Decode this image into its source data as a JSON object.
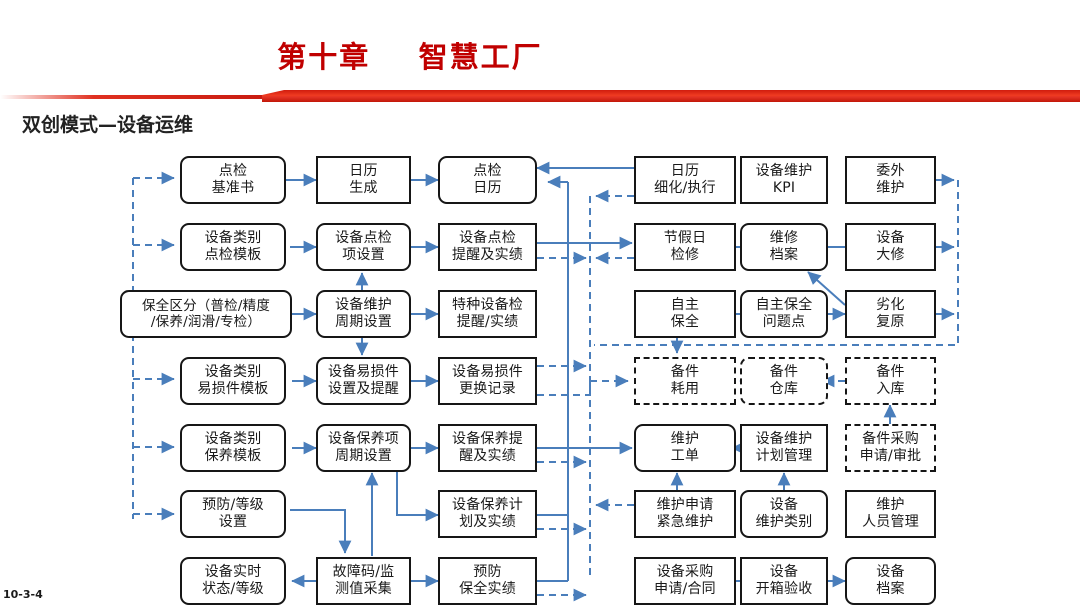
{
  "header": {
    "title": "第十章    智慧工厂",
    "subtitle": "双创模式—设备运维",
    "page_number": "10-3-4",
    "title_color": "#c00000",
    "rule_color": "#e0301e"
  },
  "diagram": {
    "type": "flowchart",
    "connector_color": "#4a7ebb",
    "box_border_color": "#161616",
    "nodes": [
      {
        "id": "n1",
        "label": "点检\n基准书",
        "col": 1,
        "row": 1,
        "shape": "rounded",
        "border": "solid"
      },
      {
        "id": "n2",
        "label": "日历\n生成",
        "col": 2,
        "row": 1,
        "shape": "rect",
        "border": "solid"
      },
      {
        "id": "n3",
        "label": "点检\n日历",
        "col": 3,
        "row": 1,
        "shape": "rounded",
        "border": "solid"
      },
      {
        "id": "n4",
        "label": "日历\n细化/执行",
        "col": 4,
        "row": 1,
        "shape": "rect",
        "border": "solid"
      },
      {
        "id": "n5",
        "label": "设备维护\nKPI",
        "col": 5,
        "row": 1,
        "shape": "rect",
        "border": "solid"
      },
      {
        "id": "n6",
        "label": "委外\n维护",
        "col": 6,
        "row": 1,
        "shape": "rect",
        "border": "solid"
      },
      {
        "id": "n7",
        "label": "设备类别\n点检模板",
        "col": 1,
        "row": 2,
        "shape": "rounded",
        "border": "solid"
      },
      {
        "id": "n8",
        "label": "设备点检\n项设置",
        "col": 2,
        "row": 2,
        "shape": "rounded",
        "border": "solid"
      },
      {
        "id": "n9",
        "label": "设备点检\n提醒及实绩",
        "col": 3,
        "row": 2,
        "shape": "rect",
        "border": "solid"
      },
      {
        "id": "n10",
        "label": "节假日\n检修",
        "col": 4,
        "row": 2,
        "shape": "rect",
        "border": "solid"
      },
      {
        "id": "n11",
        "label": "维修\n档案",
        "col": 5,
        "row": 2,
        "shape": "rounded",
        "border": "solid"
      },
      {
        "id": "n12",
        "label": "设备\n大修",
        "col": 6,
        "row": 2,
        "shape": "rect",
        "border": "solid"
      },
      {
        "id": "n13",
        "label": "保全区分（普检/精度\n/保养/润滑/专检）",
        "col": 1,
        "row": 3,
        "shape": "rounded",
        "border": "solid",
        "wide": true
      },
      {
        "id": "n14",
        "label": "设备维护\n周期设置",
        "col": 2,
        "row": 3,
        "shape": "rounded",
        "border": "solid"
      },
      {
        "id": "n15",
        "label": "特种设备检\n提醒/实绩",
        "col": 3,
        "row": 3,
        "shape": "rect",
        "border": "solid"
      },
      {
        "id": "n16",
        "label": "自主\n保全",
        "col": 4,
        "row": 3,
        "shape": "rect",
        "border": "solid"
      },
      {
        "id": "n17",
        "label": "自主保全\n问题点",
        "col": 5,
        "row": 3,
        "shape": "rounded",
        "border": "solid"
      },
      {
        "id": "n18",
        "label": "劣化\n复原",
        "col": 6,
        "row": 3,
        "shape": "rect",
        "border": "solid"
      },
      {
        "id": "n19",
        "label": "设备类别\n易损件模板",
        "col": 1,
        "row": 4,
        "shape": "rounded",
        "border": "solid"
      },
      {
        "id": "n20",
        "label": "设备易损件\n设置及提醒",
        "col": 2,
        "row": 4,
        "shape": "rounded",
        "border": "solid"
      },
      {
        "id": "n21",
        "label": "设备易损件\n更换记录",
        "col": 3,
        "row": 4,
        "shape": "rect",
        "border": "solid"
      },
      {
        "id": "n22",
        "label": "备件\n耗用",
        "col": 4,
        "row": 4,
        "shape": "rect",
        "border": "dashed"
      },
      {
        "id": "n23",
        "label": "备件\n仓库",
        "col": 5,
        "row": 4,
        "shape": "rounded",
        "border": "dashed"
      },
      {
        "id": "n24",
        "label": "备件\n入库",
        "col": 6,
        "row": 4,
        "shape": "rect",
        "border": "dashed"
      },
      {
        "id": "n25",
        "label": "设备类别\n保养模板",
        "col": 1,
        "row": 5,
        "shape": "rounded",
        "border": "solid"
      },
      {
        "id": "n26",
        "label": "设备保养项\n周期设置",
        "col": 2,
        "row": 5,
        "shape": "rounded",
        "border": "solid"
      },
      {
        "id": "n27",
        "label": "设备保养提\n醒及实绩",
        "col": 3,
        "row": 5,
        "shape": "rect",
        "border": "solid"
      },
      {
        "id": "n28",
        "label": "维护\n工单",
        "col": 4,
        "row": 5,
        "shape": "rounded",
        "border": "solid"
      },
      {
        "id": "n29",
        "label": "设备维护\n计划管理",
        "col": 5,
        "row": 5,
        "shape": "rect",
        "border": "solid"
      },
      {
        "id": "n30",
        "label": "备件采购\n申请/审批",
        "col": 6,
        "row": 5,
        "shape": "rect",
        "border": "dashed"
      },
      {
        "id": "n31",
        "label": "预防/等级\n设置",
        "col": 1,
        "row": 6,
        "shape": "rounded",
        "border": "solid"
      },
      {
        "id": "n32",
        "label": "设备保养计\n划及实绩",
        "col": 3,
        "row": 6,
        "shape": "rect",
        "border": "solid"
      },
      {
        "id": "n33",
        "label": "维护申请\n紧急维护",
        "col": 4,
        "row": 6,
        "shape": "rect",
        "border": "solid"
      },
      {
        "id": "n34",
        "label": "设备\n维护类别",
        "col": 5,
        "row": 6,
        "shape": "rounded",
        "border": "solid"
      },
      {
        "id": "n35",
        "label": "维护\n人员管理",
        "col": 6,
        "row": 6,
        "shape": "rect",
        "border": "solid"
      },
      {
        "id": "n36",
        "label": "设备实时\n状态/等级",
        "col": 1,
        "row": 7,
        "shape": "rounded",
        "border": "solid"
      },
      {
        "id": "n37",
        "label": "故障码/监\n测值采集",
        "col": 2,
        "row": 7,
        "shape": "rect",
        "border": "solid"
      },
      {
        "id": "n38",
        "label": "预防\n保全实绩",
        "col": 3,
        "row": 7,
        "shape": "rect",
        "border": "solid"
      },
      {
        "id": "n39",
        "label": "设备采购\n申请/合同",
        "col": 4,
        "row": 7,
        "shape": "rect",
        "border": "solid"
      },
      {
        "id": "n40",
        "label": "设备\n开箱验收",
        "col": 5,
        "row": 7,
        "shape": "rect",
        "border": "solid"
      },
      {
        "id": "n41",
        "label": "设备\n档案",
        "col": 6,
        "row": 7,
        "shape": "rounded",
        "border": "solid"
      }
    ]
  }
}
